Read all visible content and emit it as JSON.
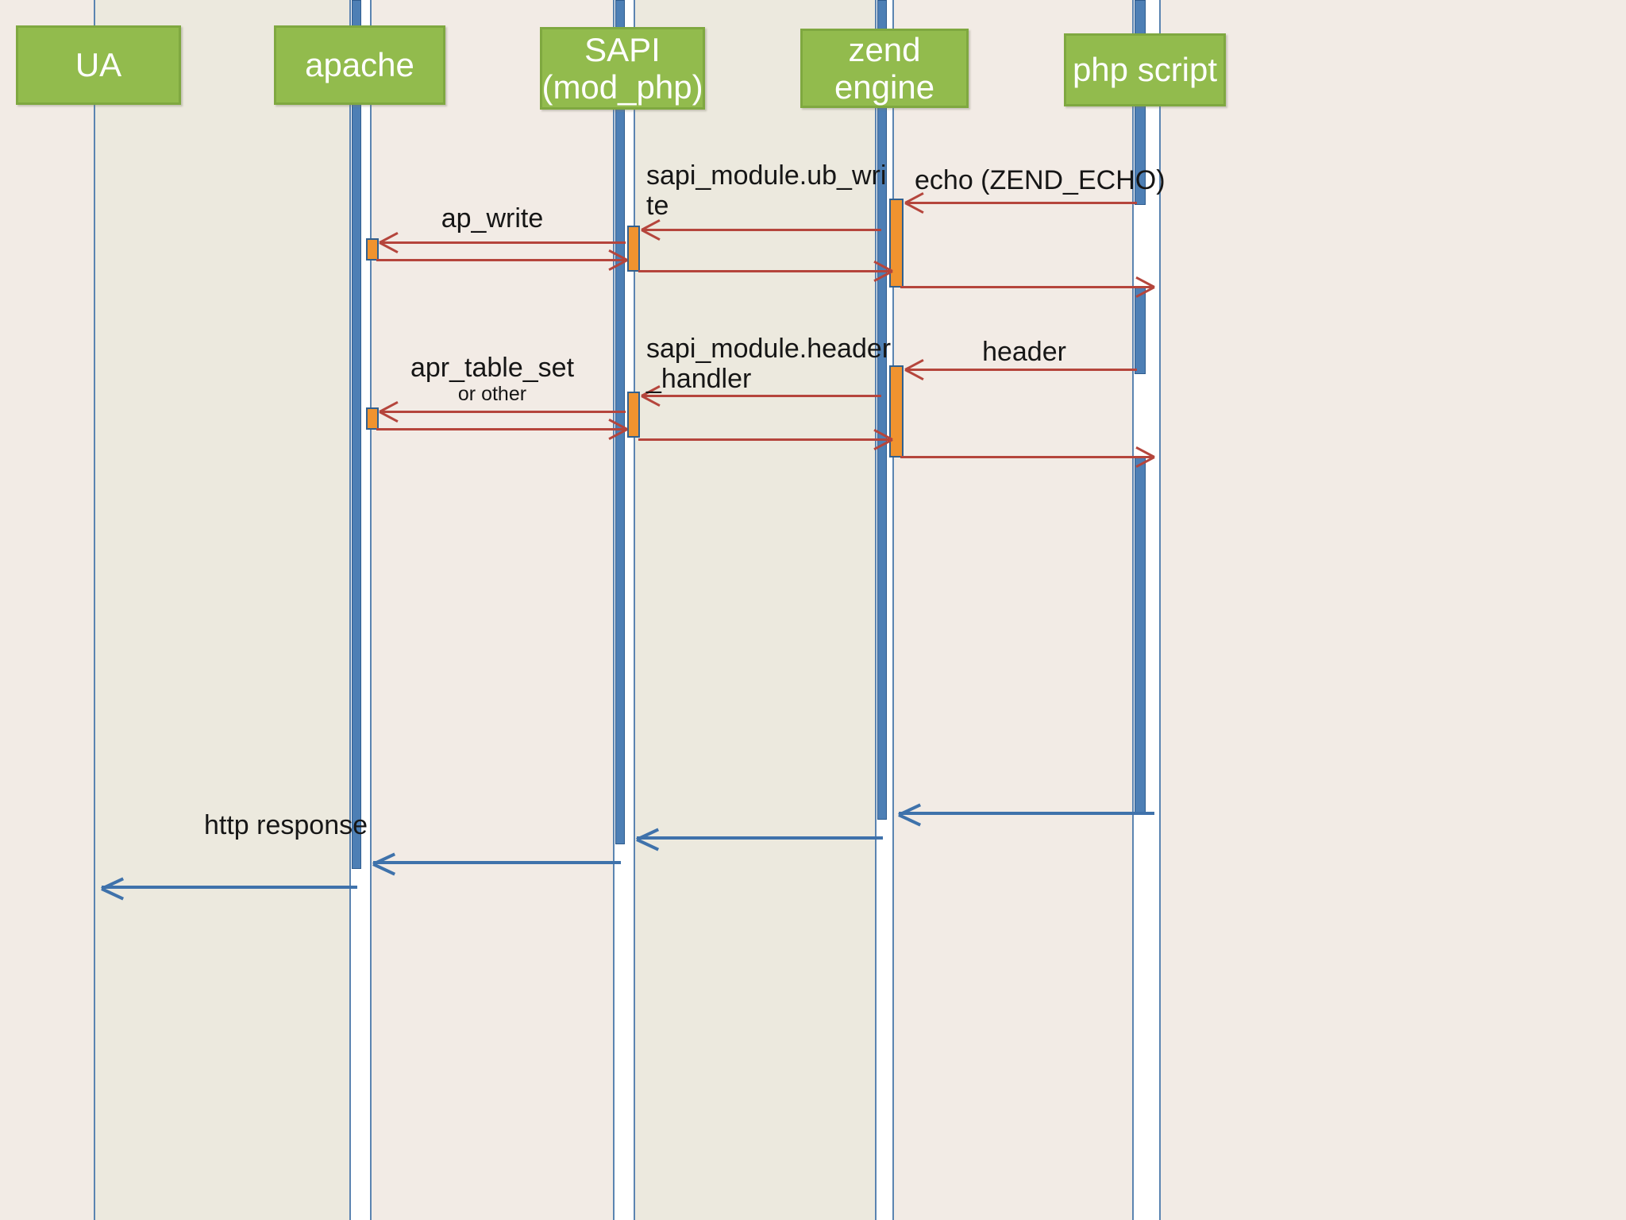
{
  "diagram": {
    "title": "PHP request output sequence diagram",
    "type": "sequence-diagram",
    "background_color": "#f1eae4",
    "participant_color": "#92bb4d",
    "call_arrow_color": "#b5453c",
    "return_arrow_color": "#3f72ab",
    "activation_color": "#f0932f",
    "lifeline_color": "#4d7fb5"
  },
  "participants": [
    {
      "id": "ua",
      "label": "UA"
    },
    {
      "id": "apache",
      "label": "apache"
    },
    {
      "id": "sapi",
      "label": "SAPI\n(mod_php)"
    },
    {
      "id": "zend",
      "label": "zend\nengine"
    },
    {
      "id": "php",
      "label": "php script"
    }
  ],
  "messages": [
    {
      "id": "m1",
      "label": "echo (ZEND_ECHO)",
      "from": "php",
      "to": "zend",
      "kind": "call"
    },
    {
      "id": "m2",
      "label": "sapi_module.ub_wri\nte",
      "from": "zend",
      "to": "sapi",
      "kind": "call"
    },
    {
      "id": "m3",
      "label": "ap_write",
      "from": "sapi",
      "to": "apache",
      "kind": "call"
    },
    {
      "id": "m4",
      "label": "",
      "from": "apache",
      "to": "sapi",
      "kind": "return"
    },
    {
      "id": "m5",
      "label": "",
      "from": "sapi",
      "to": "zend",
      "kind": "return"
    },
    {
      "id": "m6",
      "label": "",
      "from": "zend",
      "to": "php",
      "kind": "return"
    },
    {
      "id": "m7",
      "label": "header",
      "from": "php",
      "to": "zend",
      "kind": "call"
    },
    {
      "id": "m8",
      "label": "sapi_module.header\n_handler",
      "from": "zend",
      "to": "sapi",
      "kind": "call"
    },
    {
      "id": "m9",
      "label": "apr_table_set",
      "sublabel": "or other",
      "from": "sapi",
      "to": "apache",
      "kind": "call"
    },
    {
      "id": "m10",
      "label": "",
      "from": "apache",
      "to": "sapi",
      "kind": "return"
    },
    {
      "id": "m11",
      "label": "",
      "from": "sapi",
      "to": "zend",
      "kind": "return"
    },
    {
      "id": "m12",
      "label": "",
      "from": "zend",
      "to": "php",
      "kind": "return"
    },
    {
      "id": "m13",
      "label": "",
      "from": "php",
      "to": "zend",
      "kind": "return"
    },
    {
      "id": "m14",
      "label": "",
      "from": "zend",
      "to": "sapi",
      "kind": "return"
    },
    {
      "id": "m15",
      "label": "",
      "from": "sapi",
      "to": "apache",
      "kind": "return"
    },
    {
      "id": "m16",
      "label": "http response",
      "from": "apache",
      "to": "ua",
      "kind": "return"
    }
  ]
}
